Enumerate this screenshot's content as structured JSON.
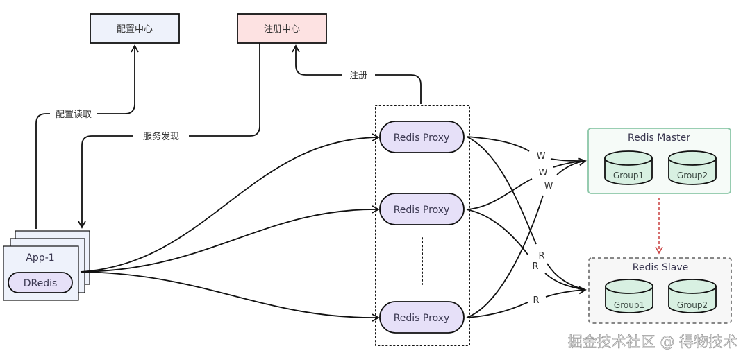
{
  "boxes": {
    "config_center": {
      "label": "配置中心",
      "fill": "#eef2fb"
    },
    "registry_center": {
      "label": "注册中心",
      "fill": "#fde2e2"
    }
  },
  "edges": {
    "config_read": "配置读取",
    "service_discovery": "服务发现",
    "register": "注册"
  },
  "app": {
    "label": "App-1",
    "client": "DRedis",
    "fill": "#eef2fb",
    "client_fill": "#e6e0f8"
  },
  "proxies": [
    {
      "label": "Redis Proxy"
    },
    {
      "label": "Redis Proxy"
    },
    {
      "label": "Redis Proxy"
    }
  ],
  "proxy_fill": "#e6e0f8",
  "master": {
    "title": "Redis Master",
    "groups": [
      "Group1",
      "Group2"
    ],
    "border": "#8cc7a8",
    "fill": "#f6fbf8"
  },
  "slave": {
    "title": "Redis Slave",
    "groups": [
      "Group1",
      "Group2"
    ],
    "border": "#777777",
    "fill": "#f7f7f7"
  },
  "db_fill": "#d8f0e2",
  "write_labels": [
    "W",
    "W",
    "W"
  ],
  "read_labels": [
    "R",
    "R",
    "R"
  ],
  "replication_color": "#cc4b4b",
  "watermark": "掘金技术社区 @ 得物技术"
}
